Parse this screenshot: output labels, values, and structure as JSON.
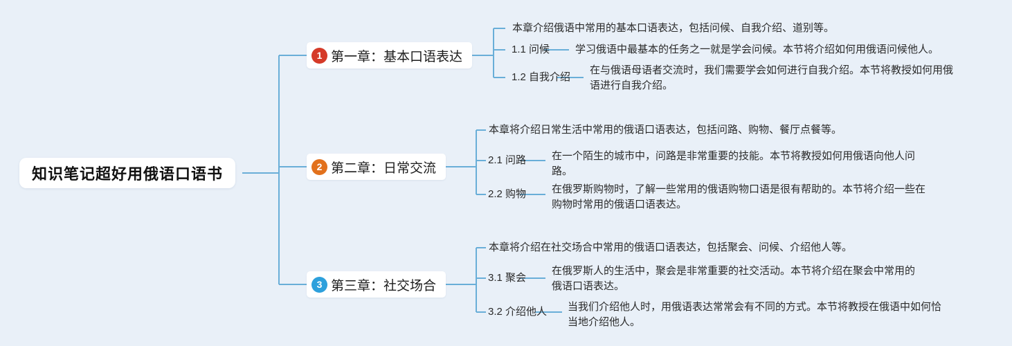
{
  "canvas": {
    "bg": "#e9f0f8",
    "connector_color": "#69aed8",
    "node_bg": "#ffffff"
  },
  "root": {
    "title": "知识笔记超好用俄语口语书"
  },
  "branches": [
    {
      "number": "1",
      "badge_color": "#d53a28",
      "title": "第一章：基本口语表达",
      "summary": "本章介绍俄语中常用的基本口语表达，包括问候、自我介绍、道别等。",
      "children": [
        {
          "label": "1.1 问候",
          "desc": "学习俄语中最基本的任务之一就是学会问候。本节将介绍如何用俄语问候他人。"
        },
        {
          "label": "1.2 自我介绍",
          "desc": "在与俄语母语者交流时，我们需要学会如何进行自我介绍。本节将教授如何用俄语进行自我介绍。"
        }
      ]
    },
    {
      "number": "2",
      "badge_color": "#e2711d",
      "title": "第二章：日常交流",
      "summary": "本章将介绍日常生活中常用的俄语口语表达，包括问路、购物、餐厅点餐等。",
      "children": [
        {
          "label": "2.1 问路",
          "desc": "在一个陌生的城市中，问路是非常重要的技能。本节将教授如何用俄语向他人问路。"
        },
        {
          "label": "2.2 购物",
          "desc": "在俄罗斯购物时，了解一些常用的俄语购物口语是很有帮助的。本节将介绍一些在购物时常用的俄语口语表达。"
        }
      ]
    },
    {
      "number": "3",
      "badge_color": "#2da0dc",
      "title": "第三章：社交场合",
      "summary": "本章将介绍在社交场合中常用的俄语口语表达，包括聚会、问候、介绍他人等。",
      "children": [
        {
          "label": "3.1 聚会",
          "desc": "在俄罗斯人的生活中，聚会是非常重要的社交活动。本节将介绍在聚会中常用的俄语口语表达。"
        },
        {
          "label": "3.2 介绍他人",
          "desc": "当我们介绍他人时，用俄语表达常常会有不同的方式。本节将教授在俄语中如何恰当地介绍他人。"
        }
      ]
    }
  ]
}
